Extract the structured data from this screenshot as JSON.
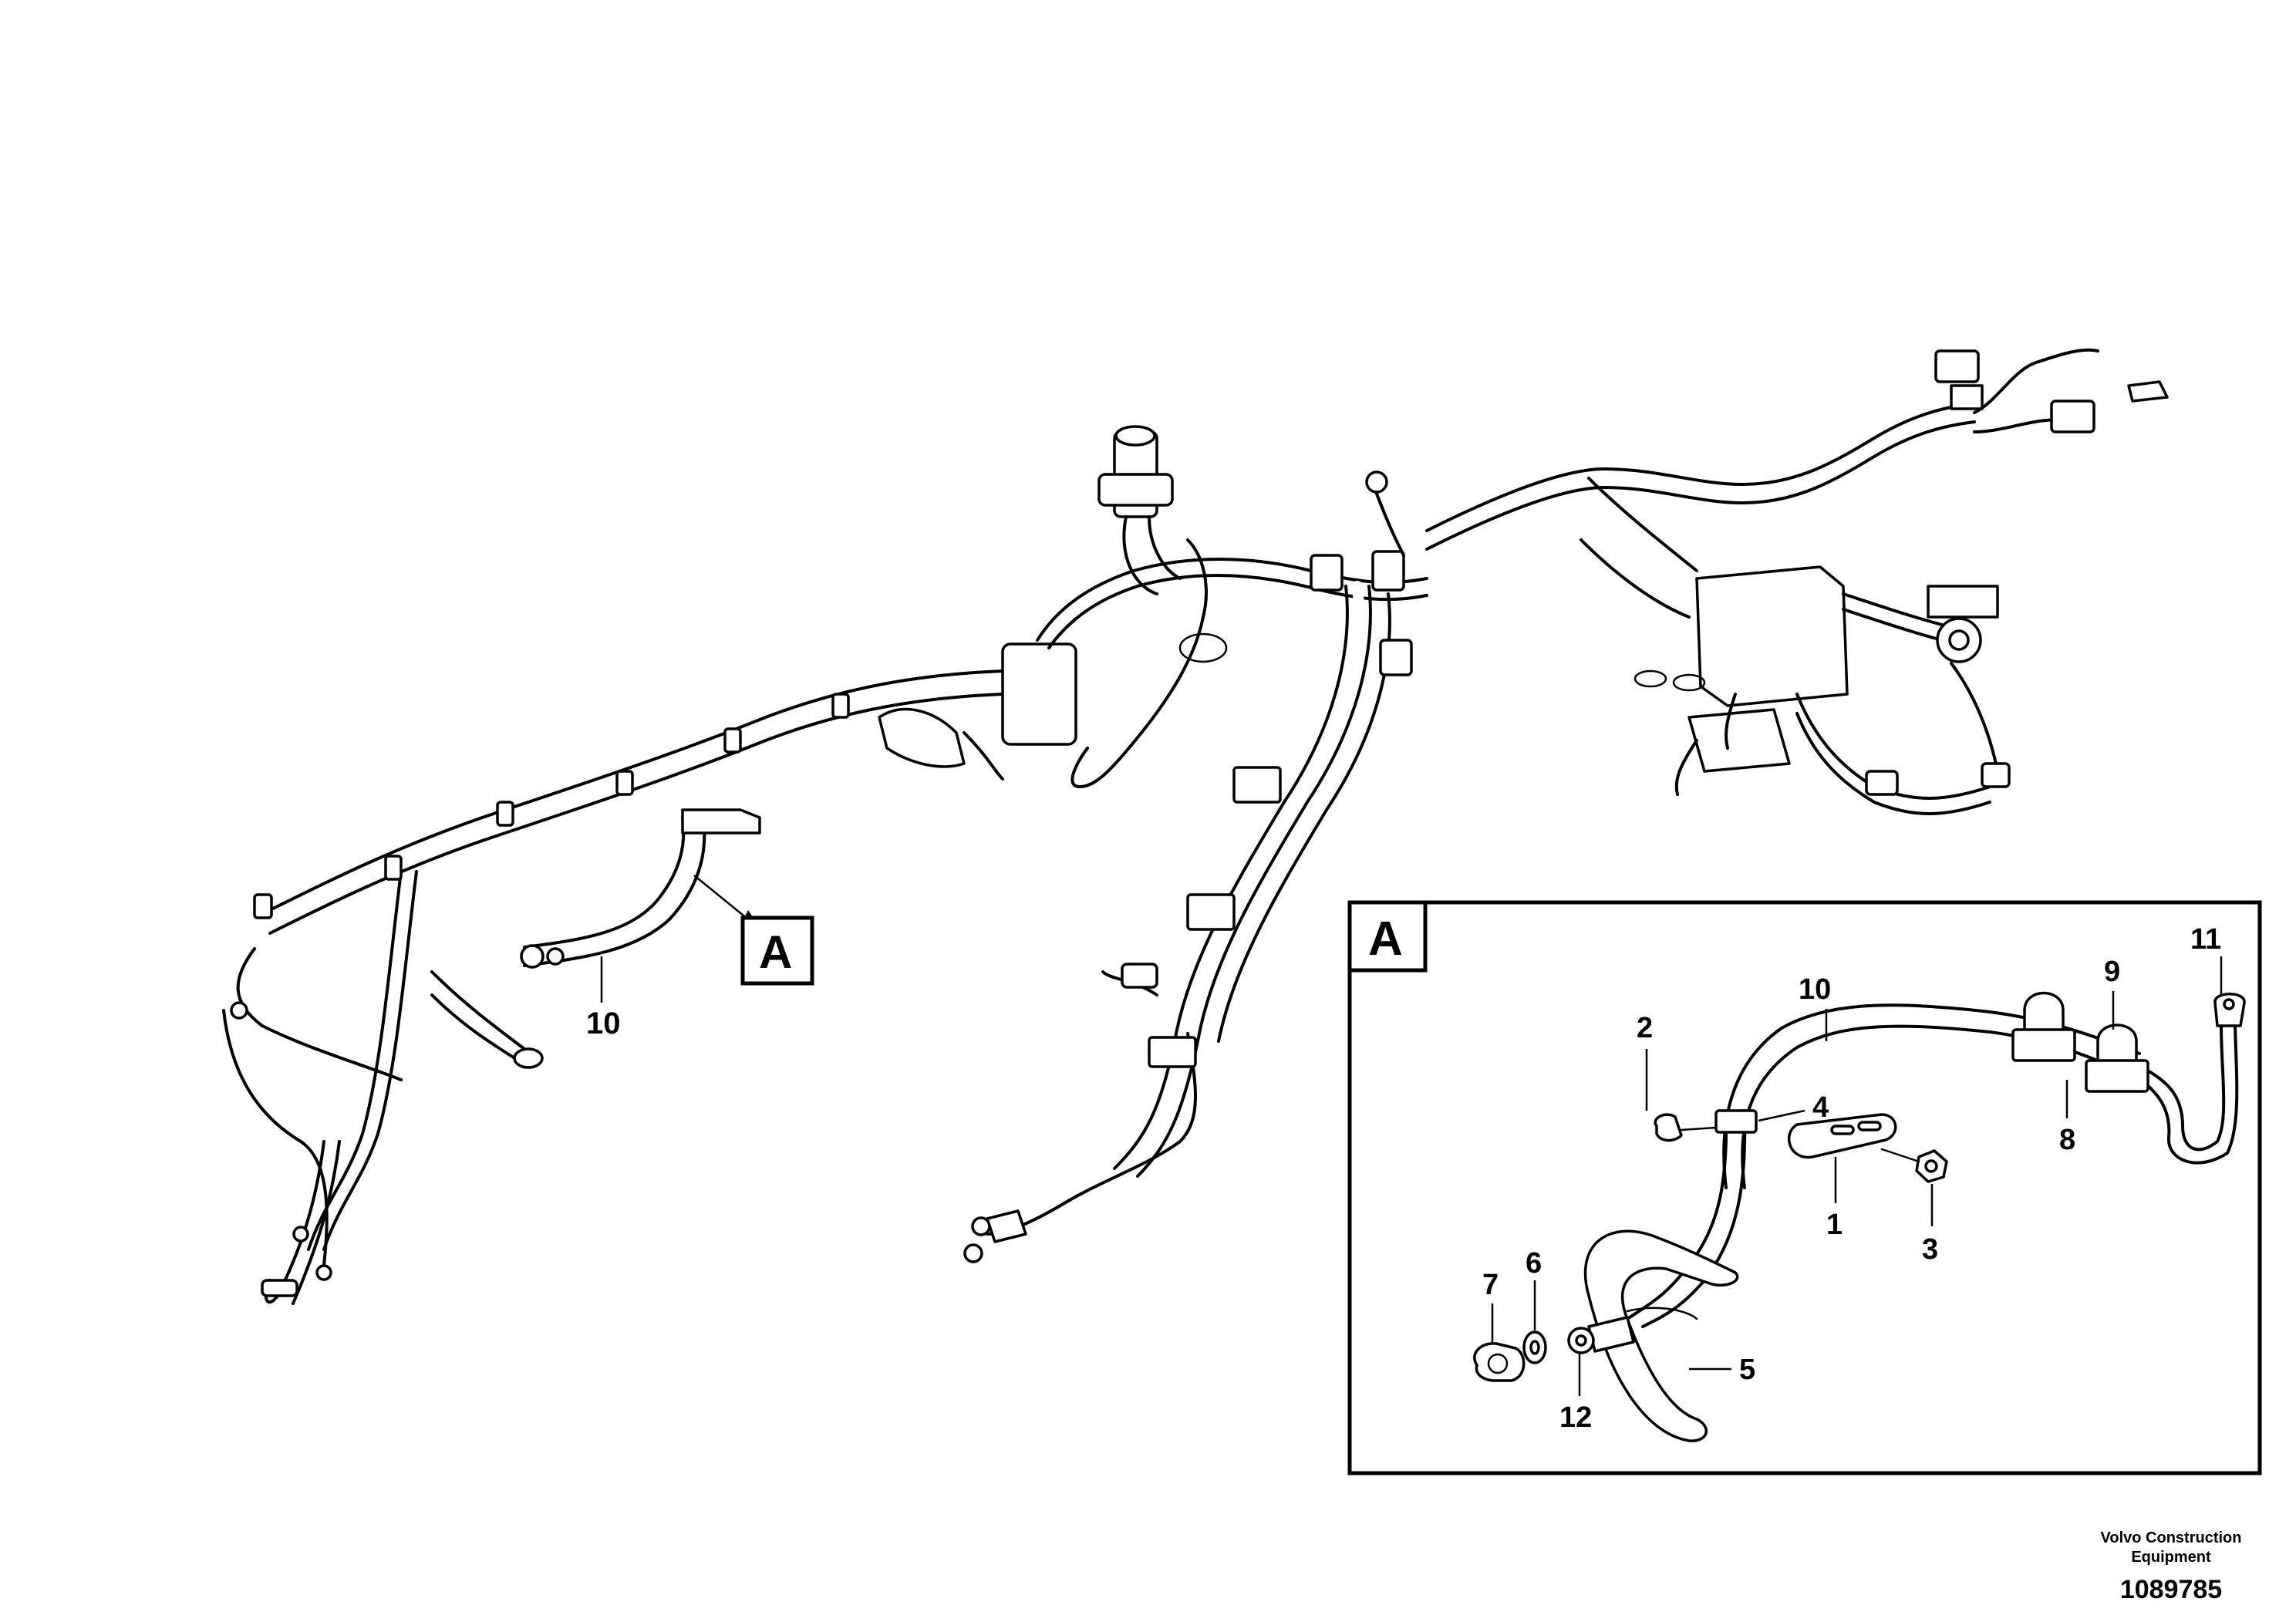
{
  "overview": {
    "callout_10": "10",
    "view_marker": "A"
  },
  "detail_view": {
    "label": "A",
    "callouts": {
      "c1": "1",
      "c2": "2",
      "c3": "3",
      "c4": "4",
      "c5": "5",
      "c6": "6",
      "c7": "7",
      "c8": "8",
      "c9": "9",
      "c10": "10",
      "c11": "11",
      "c12": "12"
    }
  },
  "footer": {
    "company_line1": "Volvo Construction",
    "company_line2": "Equipment",
    "drawing_number": "1089785"
  }
}
